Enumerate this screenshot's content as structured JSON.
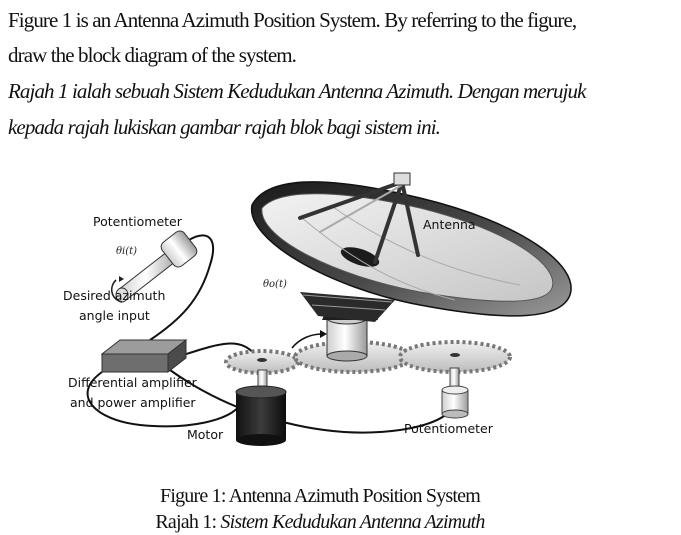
{
  "question": {
    "english_line1": "Figure 1 is an Antenna Azimuth Position System. By referring to  the figure,",
    "english_line2": "draw the block diagram of the system.",
    "malay_line1": "Rajah 1 ialah sebuah Sistem Kedudukan Antenna Azimuth. Dengan merujuk",
    "malay_line2": "kepada rajah lukiskan gambar rajah blok bagi sistem ini."
  },
  "diagram": {
    "potentiometer_input_label": "Potentiometer",
    "theta_i_label": "θi(t)",
    "desired_azimuth_line1": "Desired azimuth",
    "desired_azimuth_line2": "angle input",
    "antenna_label": "Antenna",
    "theta_o_label": "θo(t)",
    "amplifier_line1": "Differential amplifier",
    "amplifier_line2": "and power amplifier",
    "motor_label": "Motor",
    "potentiometer_output_label": "Potentiometer"
  },
  "caption": {
    "english": "Figure 1: Antenna Azimuth Position System",
    "malay_prefix": "Rajah 1: ",
    "malay_title": "Sistem Kedudukan Antenna Azimuth"
  }
}
